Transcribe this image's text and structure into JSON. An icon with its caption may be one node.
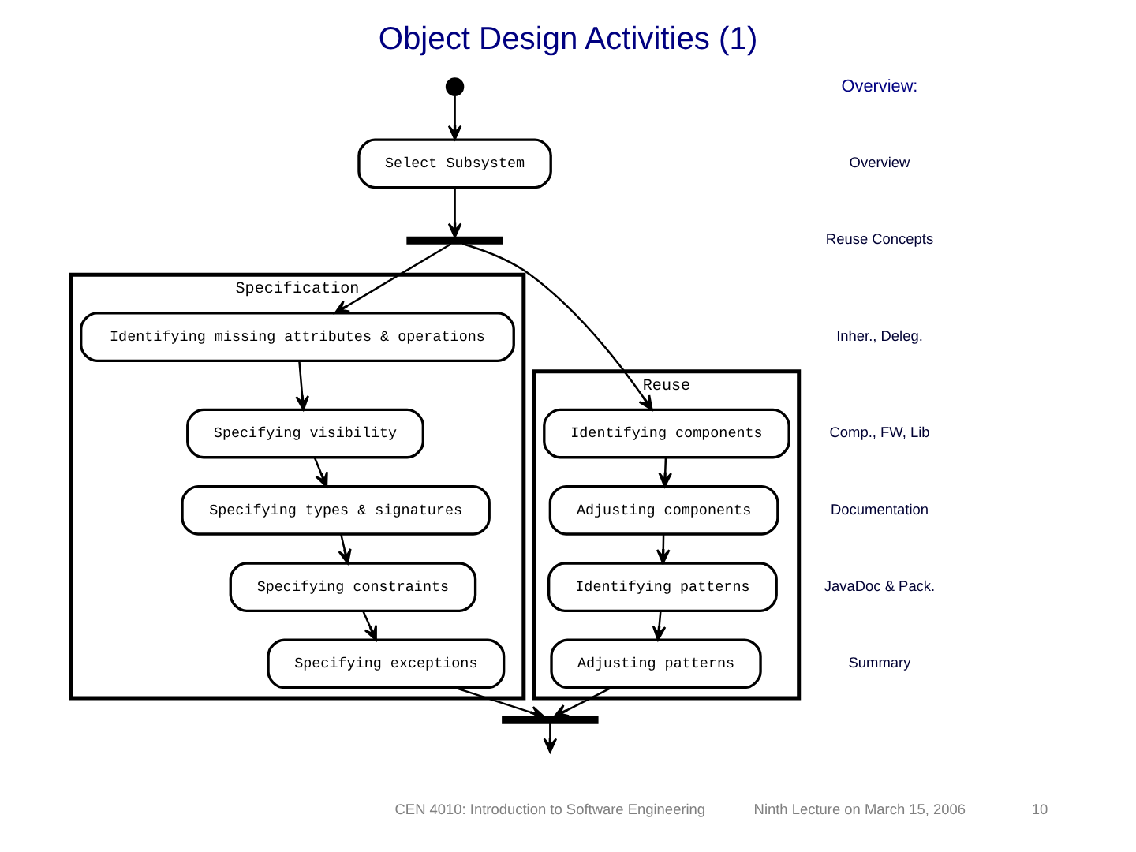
{
  "diagram": {
    "title": "Object Design Activities (1)",
    "nodes": [
      {
        "text": [],
        "shape": "circle"
      },
      {
        "text": [
          "Select Subsystem"
        ]
      },
      {
        "text": [],
        "shape": "bar"
      },
      {
        "text": [
          "Specification"
        ]
      },
      {
        "text": [
          "Identifying missing attributes & operations"
        ],
        "in": 3
      },
      {
        "text": [
          "Specifying visibility"
        ],
        "in": 3
      },
      {
        "text": [
          "Specifying types & signatures"
        ],
        "in": 3
      },
      {
        "text": [
          "Specifying constraints"
        ],
        "in": 3
      },
      {
        "text": [
          "Specifying exceptions"
        ],
        "in": 3
      },
      {
        "text": [
          "Reuse"
        ]
      },
      {
        "text": [
          "Identifying components"
        ],
        "in": 9
      },
      {
        "text": [
          "Adjusting components"
        ],
        "in": 9
      },
      {
        "text": [
          "Identifying patterns"
        ],
        "in": 9
      },
      {
        "text": [
          "Adjusting patterns"
        ],
        "in": 9
      },
      {
        "text": [],
        "shape": "bar"
      }
    ],
    "edges": [
      {
        "from": 0,
        "to": 1,
        "arrow": "to"
      },
      {
        "from": 1,
        "to": 2,
        "arrow": "to"
      },
      {
        "from": 2,
        "to": 4,
        "arrow": "to"
      },
      {
        "from": 2,
        "to": 10,
        "arrow": "to"
      },
      {
        "from": 4,
        "to": 5,
        "arrow": "to"
      },
      {
        "from": 5,
        "to": 6,
        "arrow": "to"
      },
      {
        "from": 6,
        "to": 7,
        "arrow": "to"
      },
      {
        "from": 7,
        "to": 8,
        "arrow": "to"
      },
      {
        "from": 10,
        "to": 11,
        "arrow": "to"
      },
      {
        "from": 11,
        "to": 12,
        "arrow": "to"
      },
      {
        "from": 12,
        "to": 13,
        "arrow": "to"
      },
      {
        "from": 8,
        "to": 14,
        "arrow": "to"
      },
      {
        "from": 13,
        "to": 14,
        "arrow": "to"
      },
      {
        "from": 14,
        "to": null,
        "arrow": "to"
      }
    ],
    "labels": [
      "Overview:",
      "Overview",
      "Reuse Concepts",
      "Inher., Deleg.",
      "Comp., FW, Lib",
      "Documentation",
      "JavaDoc & Pack.",
      "Summary",
      "CEN 4010: Introduction to Software Engineering",
      "Ninth Lecture on March 15, 2006",
      "10"
    ]
  }
}
